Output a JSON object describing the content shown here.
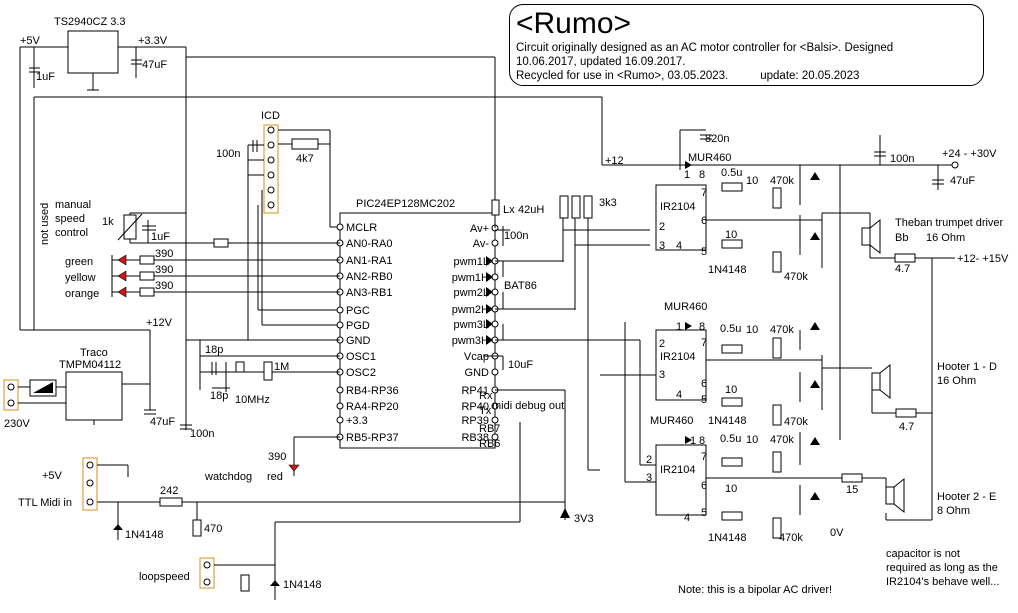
{
  "title": "<Rumo>",
  "description": {
    "line1": "Circuit originally designed as an AC motor controller for <Balsi>. Designed",
    "line2": "10.06.2017, updated 16.09.2017.",
    "line3": "Recycled for use in <Rumo>, 03.05.2023.",
    "update": "update:  20.05.2023"
  },
  "rails": {
    "p5v": "+5V",
    "p33": "+3.3V",
    "p12": "+12",
    "p12v": "+12V",
    "p24": "+24 - +30V",
    "p12to15": "+12- +15V",
    "p5v_midi": "+5V",
    "v230": "230V",
    "v3v3": "3V3",
    "zero": "0V"
  },
  "regulator": {
    "name": "TS2940CZ 3.3",
    "c_in": "1uF",
    "c_out": "47uF"
  },
  "icd": {
    "label": "ICD",
    "cap": "100n",
    "res": "4k7"
  },
  "mcu": {
    "name": "PIC24EP128MC202",
    "left_pins": [
      "MCLR",
      "AN0-RA0",
      "AN1-RA1",
      "AN2-RB0",
      "AN3-RB1",
      "PGC",
      "PGD",
      "GND",
      "OSC1",
      "OSC2",
      "RB4-RP36",
      "RA4-RP20",
      "+3.3",
      "RB5-RP37"
    ],
    "right_pins": [
      "Av+",
      "Av-",
      "pwm1L",
      "pwm1H",
      "pwm2L",
      "pwm2H",
      "pwm3L",
      "pwm3H",
      "Vcap",
      "GND",
      "RP41",
      "RP40",
      "RP39",
      "RB38"
    ]
  },
  "left_side": {
    "not_used": "not used",
    "manual": "manual",
    "speed": "speed",
    "control": "control",
    "pot": "1k",
    "pot_cap": "1uF",
    "leds": [
      {
        "name": "green",
        "r": "390"
      },
      {
        "name": "yellow",
        "r": "390"
      },
      {
        "name": "orange",
        "r": "390"
      }
    ],
    "xtal_c1": "18p",
    "xtal_c2": "18p",
    "xtal": "10MHz",
    "xtal_r": "1M",
    "traco1": "Traco",
    "traco2": "TMPM04112",
    "traco_cap": "47uF",
    "traco_cap2": "100n",
    "watchdog": "watchdog",
    "wd_red": "red",
    "wd_r": "390",
    "midi_in": "TTL Midi in",
    "r242": "242",
    "r470": "470",
    "d1": "1N4148",
    "loopspeed": "loopspeed",
    "d2": "1N4148"
  },
  "analog": {
    "lx": "Lx",
    "lx_val": "42uH",
    "cap": "100n",
    "vcap": "10uF",
    "res": "3k3",
    "bat": "BAT86"
  },
  "serial": {
    "rx": "Rx",
    "tx": "Tx",
    "debug": "midi debug out",
    "rb7": "RB7",
    "rb6": "RB6"
  },
  "drivers": {
    "top_cap": "820n",
    "chip": "IR2104",
    "diode": "MUR460",
    "boot_cap": "0.5u",
    "r10": "10",
    "r470k": "470k",
    "d4148": "1N4148",
    "pins": [
      "1",
      "8",
      "7",
      "6",
      "2",
      "3",
      "4",
      "5"
    ],
    "supply_cap": "100n",
    "supply_cap2": "47uF",
    "r47": "4.7",
    "r15": "15"
  },
  "loads": {
    "theban": "Theban trumpet driver",
    "bb": "Bb",
    "bb_ohm": "16 Ohm",
    "hooter1": "Hooter 1 - D",
    "h1_ohm": "16 Ohm",
    "hooter2": "Hooter 2 - E",
    "h2_ohm": "8 Ohm"
  },
  "notes": {
    "cap1": "capacitor is not",
    "cap2": "required as long as the",
    "cap3": "IR2104's behave well...",
    "bipolar": "Note: this is a bipolar AC driver!"
  }
}
